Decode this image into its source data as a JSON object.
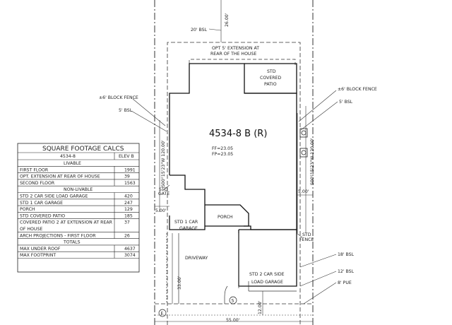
{
  "plan": {
    "lot_number": "4534-8 B (R)",
    "ff": "FF=23.05",
    "fp": "FP=23.05",
    "rooms": {
      "covered_patio": [
        "STD",
        "COVERED",
        "PATIO"
      ],
      "porch": "PORCH",
      "std_1_car_garage": [
        "STD 1 CAR",
        "GARAGE"
      ],
      "std_2_car_garage": [
        "STD 2 CAR SIDE",
        "LOAD GARAGE"
      ],
      "driveway": "DRIVEWAY",
      "opt_extension": [
        "OPT 5' EXTENSION AT",
        "REAR OF THE HOUSE"
      ]
    },
    "dimensions": {
      "top_depth": "26.00'",
      "rear_bsl": "20' BSL",
      "left_bearing": "S00°15'23\"W 120.00'",
      "right_bearing": "S00°15'23\"W 120.00'",
      "left_setback": "5.00'",
      "right_setback": "5.00'",
      "drive_depth": "33.00'",
      "front_setback": "12.00'",
      "front_width": "55.00'",
      "right_bsl_18": "18' BSL",
      "right_bsl_12": "12' BSL",
      "pue": "8' PUE"
    },
    "callouts": {
      "block_fence_left": "±6' BLOCK FENCE",
      "block_fence_right": "±6' BLOCK FENCE",
      "bsl_left": "5' BSL",
      "bsl_right": "5' BSL",
      "std_gate_left": [
        "STD",
        "GATE"
      ],
      "std_gate_right": [
        "STD",
        "FENCE"
      ]
    },
    "markers": {
      "electric": "E",
      "sewer": "S"
    }
  },
  "calcs": {
    "title": "SQUARE FOOTAGE CALCS",
    "plan_label": "4534-8",
    "elev_label": "ELEV B",
    "sections": [
      {
        "heading": "LIVABLE",
        "rows": [
          {
            "label": "FIRST FLOOR",
            "value": "1991"
          },
          {
            "label": "OPT. EXTENSION AT REAR OF HOUSE",
            "value": "39"
          },
          {
            "label": "SECOND FLOOR",
            "value": "1563"
          }
        ]
      },
      {
        "heading": "NON-LIVABLE",
        "rows": [
          {
            "label": "STD 2 CAR SIDE LOAD GARAGE",
            "value": "420"
          },
          {
            "label": "STD 1 CAR GARAGE",
            "value": "247"
          },
          {
            "label": "PORCH",
            "value": "129"
          },
          {
            "label": "STD COVERED PATIO",
            "value": "185"
          },
          {
            "label": "COVERED PATIO 2 AT EXTENSION AT REAR",
            "label2": "OF HOUSE",
            "value": "37"
          },
          {
            "label": "ARCH PROJECTIONS - FIRST FLOOR",
            "value": "26"
          }
        ]
      },
      {
        "heading": "TOTALS",
        "rows": [
          {
            "label": "MAX UNDER ROOF",
            "value": "4637"
          },
          {
            "label": "MAX FOOTPRINT",
            "value": "3074"
          }
        ]
      }
    ]
  }
}
